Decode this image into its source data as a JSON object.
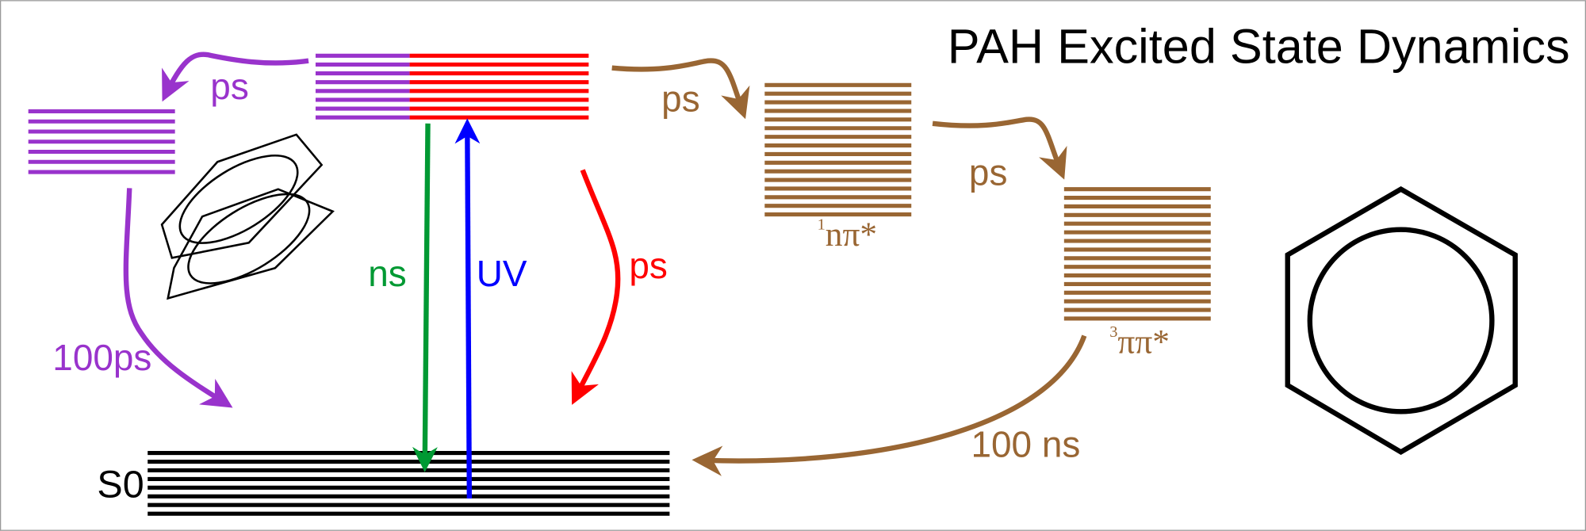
{
  "title": "PAH Excited State Dynamics",
  "colors": {
    "purple": "#9933cc",
    "red": "#ff0000",
    "brown": "#996633",
    "green": "#009933",
    "blue": "#0000ff",
    "black": "#000000"
  },
  "states": {
    "s0_label": "S0",
    "singlet_npi_label": "nπ*",
    "singlet_npi_superscript": "1",
    "triplet_pipi_label": "ππ*",
    "triplet_pipi_superscript": "3"
  },
  "transitions": {
    "purple_ps": "ps",
    "purple_100ps": "100ps",
    "green_ns": "ns",
    "blue_uv": "UV",
    "red_ps": "ps",
    "brown_ps_1": "ps",
    "brown_ps_2": "ps",
    "brown_100ns": "100 ns"
  }
}
